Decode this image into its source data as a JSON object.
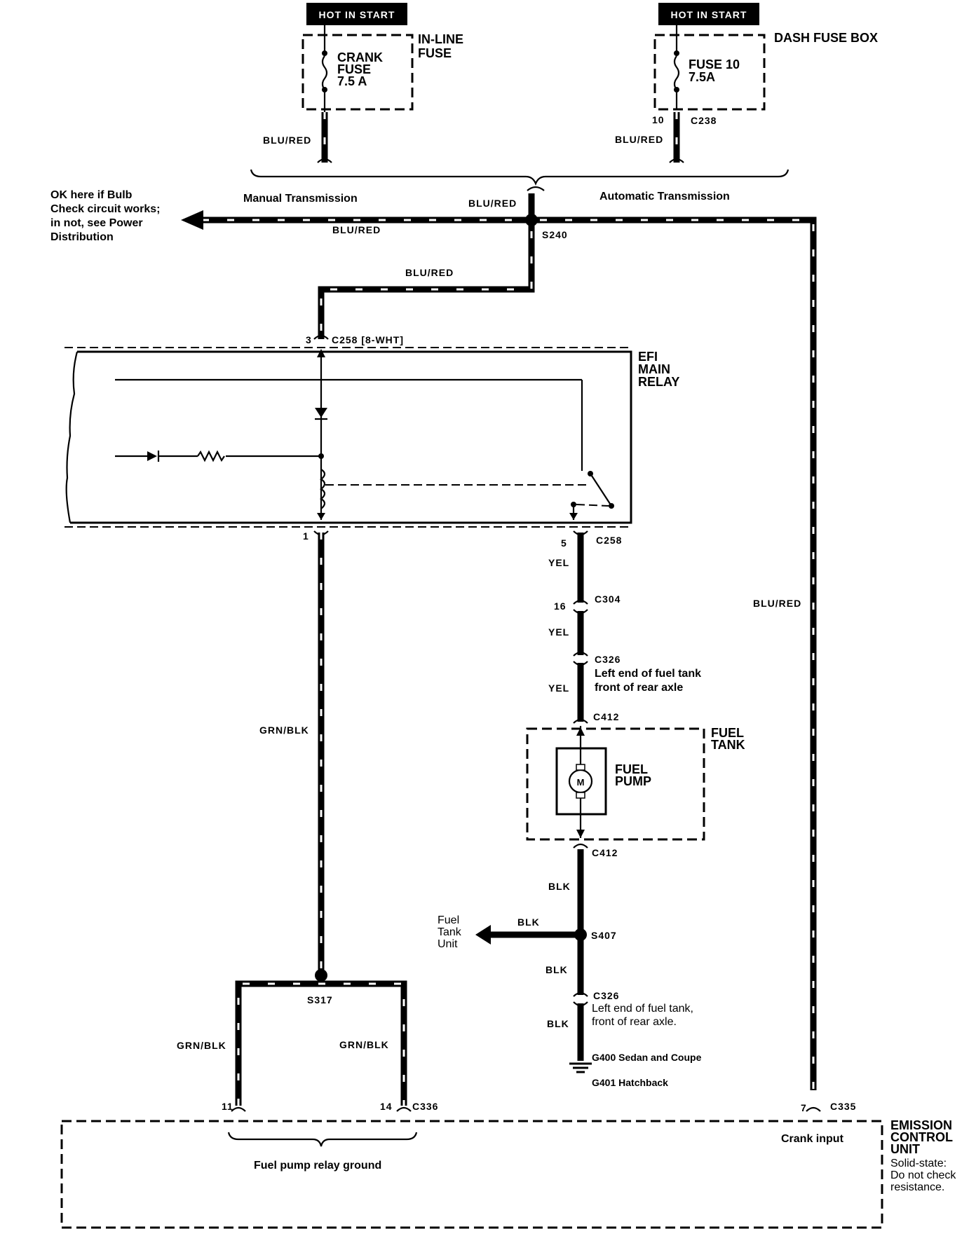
{
  "fuses": {
    "left_hot": "HOT IN START",
    "right_hot": "HOT IN START",
    "inline_label": "IN-LINE\nFUSE",
    "crank_fuse": "CRANK\nFUSE\n7.5 A",
    "dash_label": "DASH FUSE BOX",
    "fuse10": "FUSE 10\n7.5A",
    "pin10": "10",
    "c238": "C238"
  },
  "wires": {
    "blu_red": "BLU/RED",
    "yel": "YEL",
    "grn_blk": "GRN/BLK",
    "blk": "BLK"
  },
  "transmission": {
    "manual": "Manual Transmission",
    "automatic": "Automatic Transmission"
  },
  "bulb_note": "OK here if Bulb\nCheck circuit works;\nin not, see Power\nDistribution",
  "splices": {
    "s240": "S240",
    "s317": "S317",
    "s407": "S407"
  },
  "connectors": {
    "c258_top": "C258 [8-WHT]",
    "pin3": "3",
    "pin1": "1",
    "pin5": "5",
    "c258_bottom": "C258",
    "pin16": "16",
    "c304": "C304",
    "c326_top": "C326",
    "c326_top_note": "Left end of fuel tank\nfront of rear axle",
    "c412_top": "C412",
    "c412_bottom": "C412",
    "c326_bottom": "C326",
    "c326_bottom_note": "Left end of fuel tank,\nfront of rear axle.",
    "pin11": "11",
    "pin14": "14",
    "c336": "C336",
    "pin7": "7",
    "c335": "C335"
  },
  "components": {
    "efi_relay": "EFI\nMAIN\nRELAY",
    "fuel_tank": "FUEL\nTANK",
    "fuel_pump": "FUEL\nPUMP",
    "motor": "M",
    "fuel_tank_unit": "Fuel\nTank\nUnit",
    "emission": "EMISSION\nCONTROL\nUNIT",
    "emission_note": "Solid-state:\nDo not check\nresistance."
  },
  "grounds": {
    "g400": "G400 Sedan and Coupe",
    "g401": "G401 Hatchback"
  },
  "ecu": {
    "relay_ground": "Fuel pump relay ground",
    "crank_input": "Crank input"
  }
}
